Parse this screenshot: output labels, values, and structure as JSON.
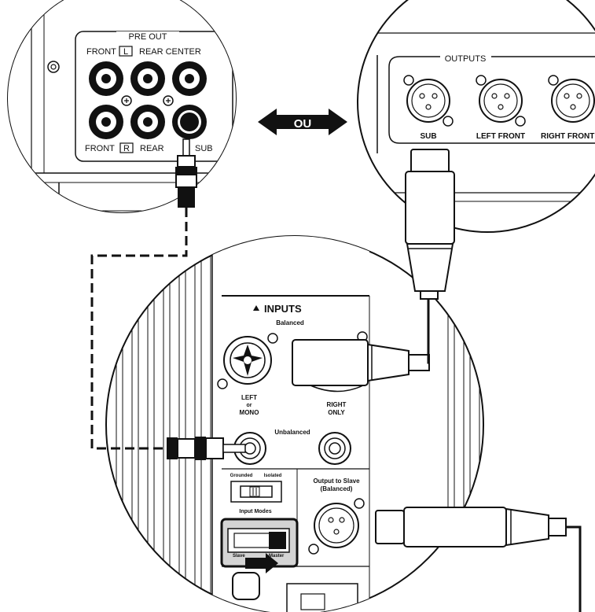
{
  "badge": {
    "label": "OU"
  },
  "receiver": {
    "section_label": "PRE OUT",
    "front_top_label": "FRONT",
    "left_channel_label": "L",
    "rear_center_label": "REAR CENTER",
    "front_bottom_label": "FRONT",
    "right_channel_label": "R",
    "rear_label": "REAR",
    "sub_label": "SUB"
  },
  "processor": {
    "section_label": "OUTPUTS",
    "sub_label": "SUB",
    "left_front_label": "LEFT FRONT",
    "right_front_label": "RIGHT FRONT"
  },
  "subwoofer": {
    "inputs_label": "INPUTS",
    "balanced_label": "Balanced",
    "left_label_1": "LEFT",
    "left_label_2": "or",
    "left_label_3": "MONO",
    "right_label_1": "RIGHT",
    "right_label_2": "ONLY",
    "unbalanced_label": "Unbalanced",
    "grounded_label": "Grounded",
    "isolated_label": "Isolated",
    "output_slave_label_1": "Output to Slave",
    "output_slave_label_2": "(Balanced)",
    "input_modes_label": "Input Modes",
    "slave_label": "Slave",
    "master_label": "Master"
  },
  "colors": {
    "ink": "#111111",
    "panel": "#ffffff",
    "mode_box": "#d4d4d4"
  }
}
